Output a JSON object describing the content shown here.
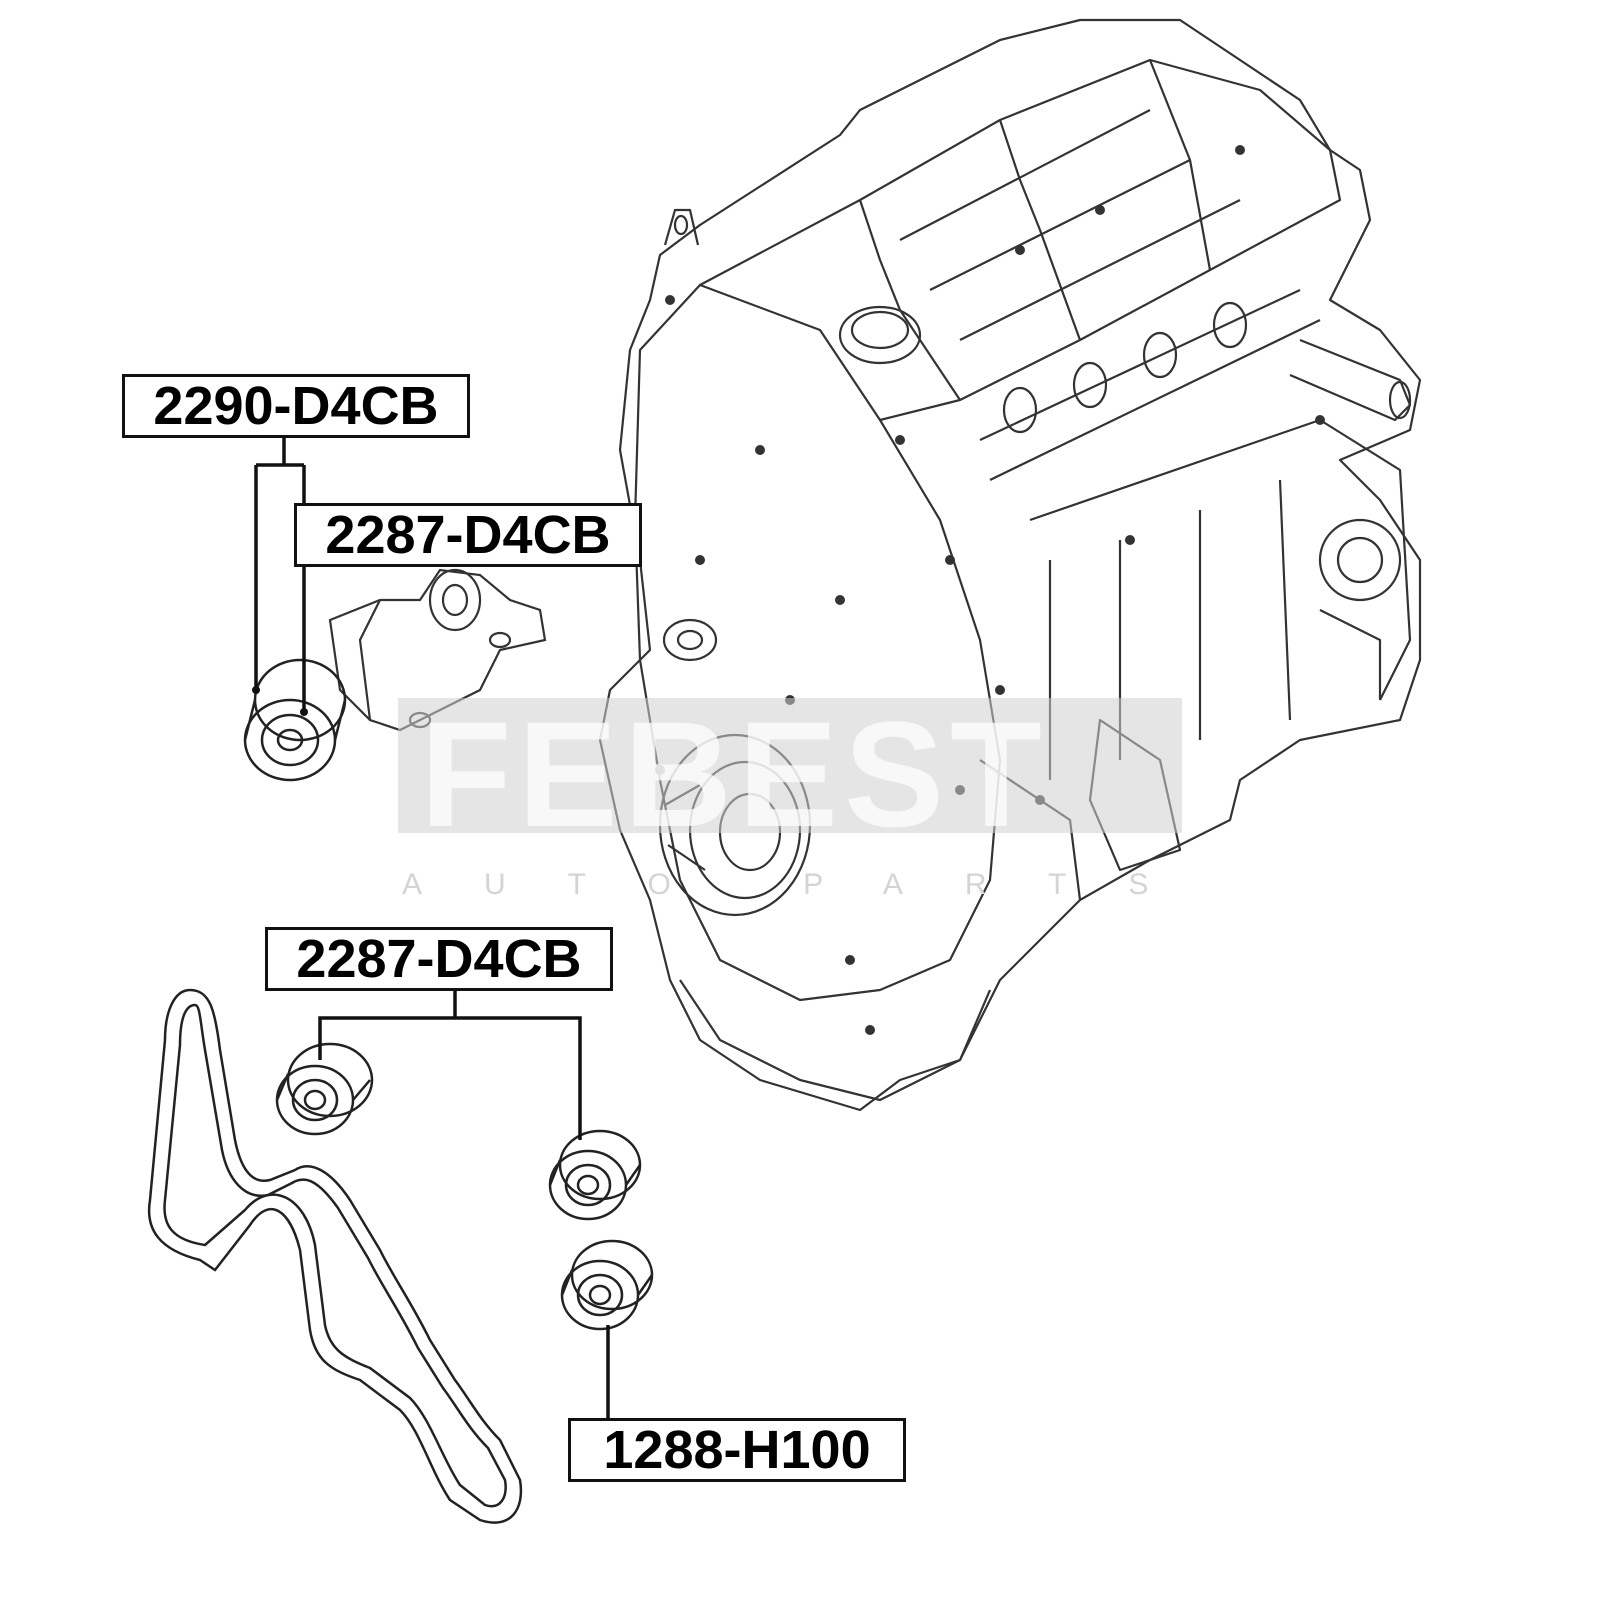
{
  "watermark": {
    "brand": "FEBEST",
    "sub": "AUTO PARTS"
  },
  "labels": {
    "tensioner_top": "2290-D4CB",
    "idler_top": "2287-D4CB",
    "idler_bottom": "2287-D4CB",
    "pulley_bottom": "1288-H100"
  },
  "colors": {
    "line": "#111111",
    "watermark_band": "#c8c8c8",
    "drawing": "#333333"
  }
}
